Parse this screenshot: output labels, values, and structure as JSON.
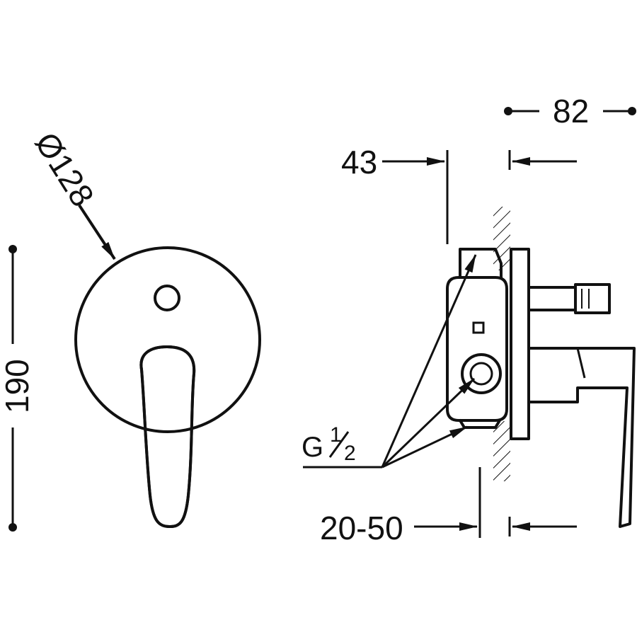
{
  "dimensions": {
    "diameter": "Ø128",
    "height": "190",
    "depth_total": "82",
    "depth_body": "43",
    "wall_range": "20-50"
  },
  "connection": {
    "prefix": "G",
    "frac_num": "1",
    "frac_den": "2"
  }
}
